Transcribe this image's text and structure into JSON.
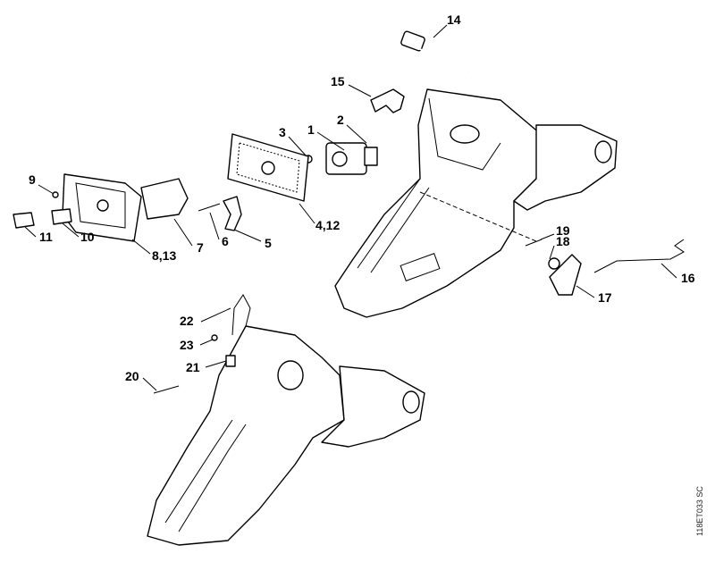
{
  "diagram": {
    "callouts": [
      {
        "id": "14",
        "label": "14"
      },
      {
        "id": "15",
        "label": "15"
      },
      {
        "id": "1",
        "label": "1"
      },
      {
        "id": "2",
        "label": "2"
      },
      {
        "id": "3",
        "label": "3"
      },
      {
        "id": "9",
        "label": "9"
      },
      {
        "id": "11",
        "label": "11"
      },
      {
        "id": "10",
        "label": "10"
      },
      {
        "id": "7",
        "label": "7"
      },
      {
        "id": "6",
        "label": "6"
      },
      {
        "id": "5",
        "label": "5"
      },
      {
        "id": "4_12",
        "label": "4,12"
      },
      {
        "id": "8_13",
        "label": "8,13"
      },
      {
        "id": "19",
        "label": "19"
      },
      {
        "id": "18",
        "label": "18"
      },
      {
        "id": "16",
        "label": "16"
      },
      {
        "id": "17",
        "label": "17"
      },
      {
        "id": "22",
        "label": "22"
      },
      {
        "id": "23",
        "label": "23"
      },
      {
        "id": "21",
        "label": "21"
      },
      {
        "id": "20",
        "label": "20"
      }
    ],
    "drawing_code": "118ET033 SC"
  }
}
